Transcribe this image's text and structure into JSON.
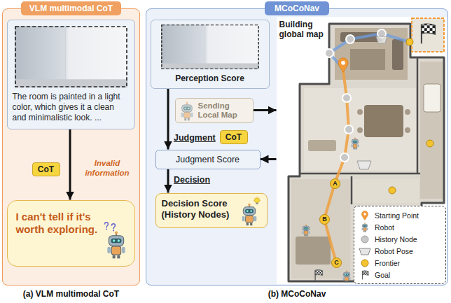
{
  "diagram": {
    "nodes": [
      {
        "text": [
          "VLM multimodal CoT"
        ]
      },
      {
        "text": [
          "The room is painted in a light color, which gives it a clean and minimalistic look. ..."
        ],
        "in": 0
      },
      {
        "text": [
          "CoT"
        ],
        "in": 0
      },
      {
        "text": [
          "I can't tell if it's worth exploring."
        ],
        "in": 0
      },
      {
        "text": [
          "MCoCoNav"
        ]
      },
      {
        "text": [
          "Perception Score"
        ],
        "in": 4
      },
      {
        "text": [
          "Sending Local Map"
        ],
        "in": 4
      },
      {
        "text": [
          "CoT"
        ],
        "in": 4
      },
      {
        "text": [
          "Judgment Score"
        ],
        "in": 4
      },
      {
        "text": [
          "Decision Score (History Nodes)"
        ],
        "in": 4
      },
      {
        "text": [
          "Building global map"
        ],
        "in": 4
      }
    ],
    "edges": [
      {
        "from": 1,
        "to": 3,
        "arrow": "to"
      },
      {
        "from": 5,
        "to": 8,
        "arrow": "to"
      },
      {
        "from": 6,
        "to": 10,
        "arrow": "to"
      },
      {
        "from": 10,
        "to": 8,
        "arrow": "to"
      },
      {
        "from": 8,
        "to": 9,
        "arrow": "to"
      }
    ],
    "labels": [
      "Invalid information",
      "Judgment",
      "Decision",
      "A",
      "B",
      "C",
      "(a) VLM multimodal CoT",
      "(b) MCoCoNav"
    ],
    "legend": [
      {
        "text": "Starting Point"
      },
      {
        "text": "Robot"
      },
      {
        "text": "History Node"
      },
      {
        "text": "Robot Pose"
      },
      {
        "text": "Frontier"
      },
      {
        "text": "Goal"
      }
    ]
  }
}
